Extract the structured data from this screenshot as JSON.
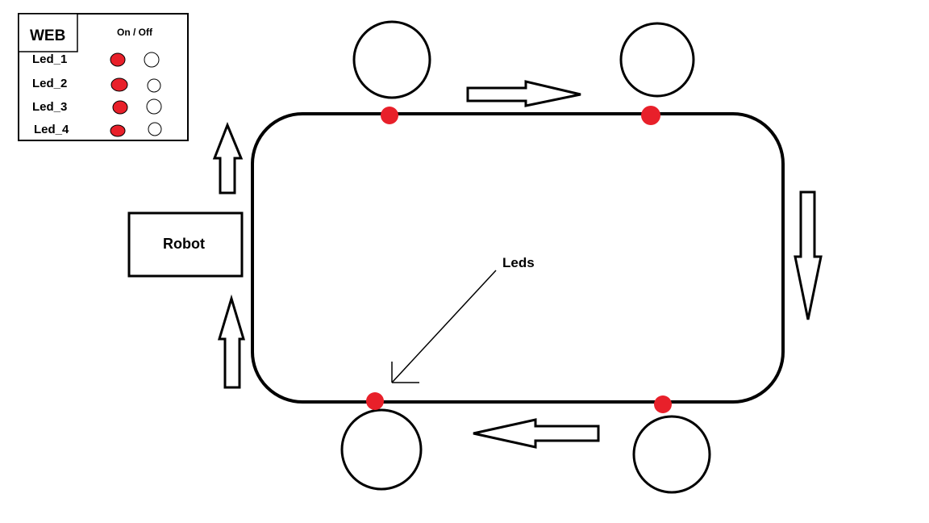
{
  "web_panel": {
    "title": "WEB",
    "column_header": "On / Off",
    "leds": [
      {
        "name": "Led_1",
        "state": "on"
      },
      {
        "name": "Led_2",
        "state": "on"
      },
      {
        "name": "Led_3",
        "state": "on"
      },
      {
        "name": "Led_4",
        "state": "on"
      }
    ],
    "on_color": "#e8202a",
    "off_color": "#ffffff"
  },
  "robot": {
    "label": "Robot"
  },
  "leds_annotation": {
    "label": "Leds"
  },
  "colors": {
    "led": "#e8202a",
    "stroke": "#000000",
    "background": "#ffffff"
  }
}
